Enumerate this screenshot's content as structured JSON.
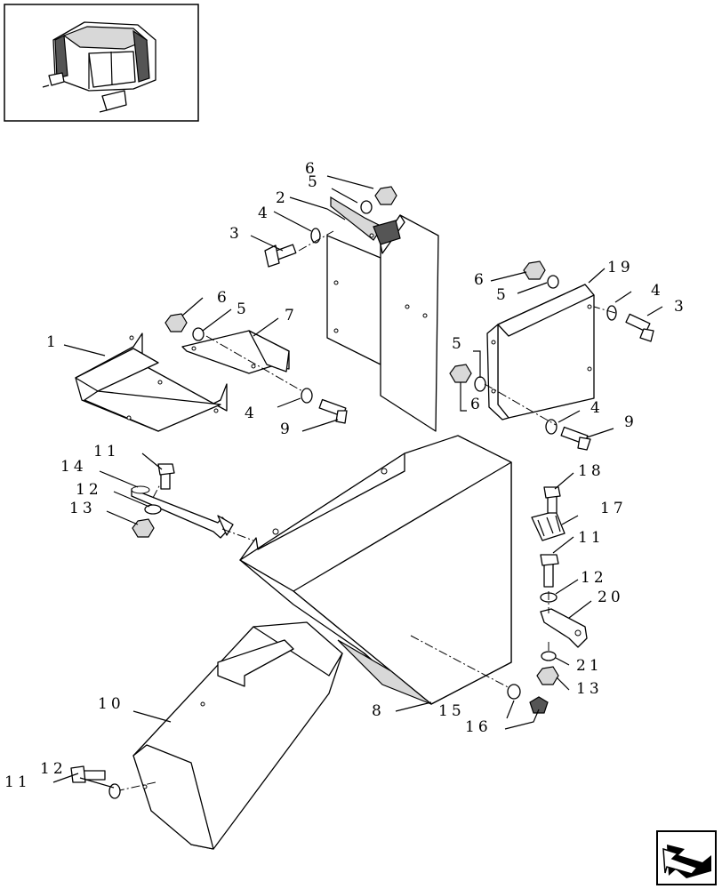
{
  "labels": {
    "l1": "1",
    "l2": "2",
    "l3a": "3",
    "l3b": "3",
    "l4a": "4",
    "l4b": "4",
    "l4c": "4",
    "l4d": "4",
    "l5a": "5",
    "l5b": "5",
    "l5c": "5",
    "l5d": "5",
    "l6a": "6",
    "l6b": "6",
    "l6c": "6",
    "l6d": "6",
    "l7": "7",
    "l8": "8",
    "l9a": "9",
    "l9b": "9",
    "l10": "10",
    "l11a": "11",
    "l11b": "11",
    "l11c": "11",
    "l12a": "12",
    "l12b": "12",
    "l12c": "12",
    "l13a": "13",
    "l13b": "13",
    "l14": "14",
    "l15": "15",
    "l16": "16",
    "l17": "17",
    "l18": "18",
    "l19": "19",
    "l20": "20",
    "l21": "21"
  },
  "icons": {
    "thumbnail": "baler-overview-icon",
    "navigation": "page-arrow-icon"
  }
}
